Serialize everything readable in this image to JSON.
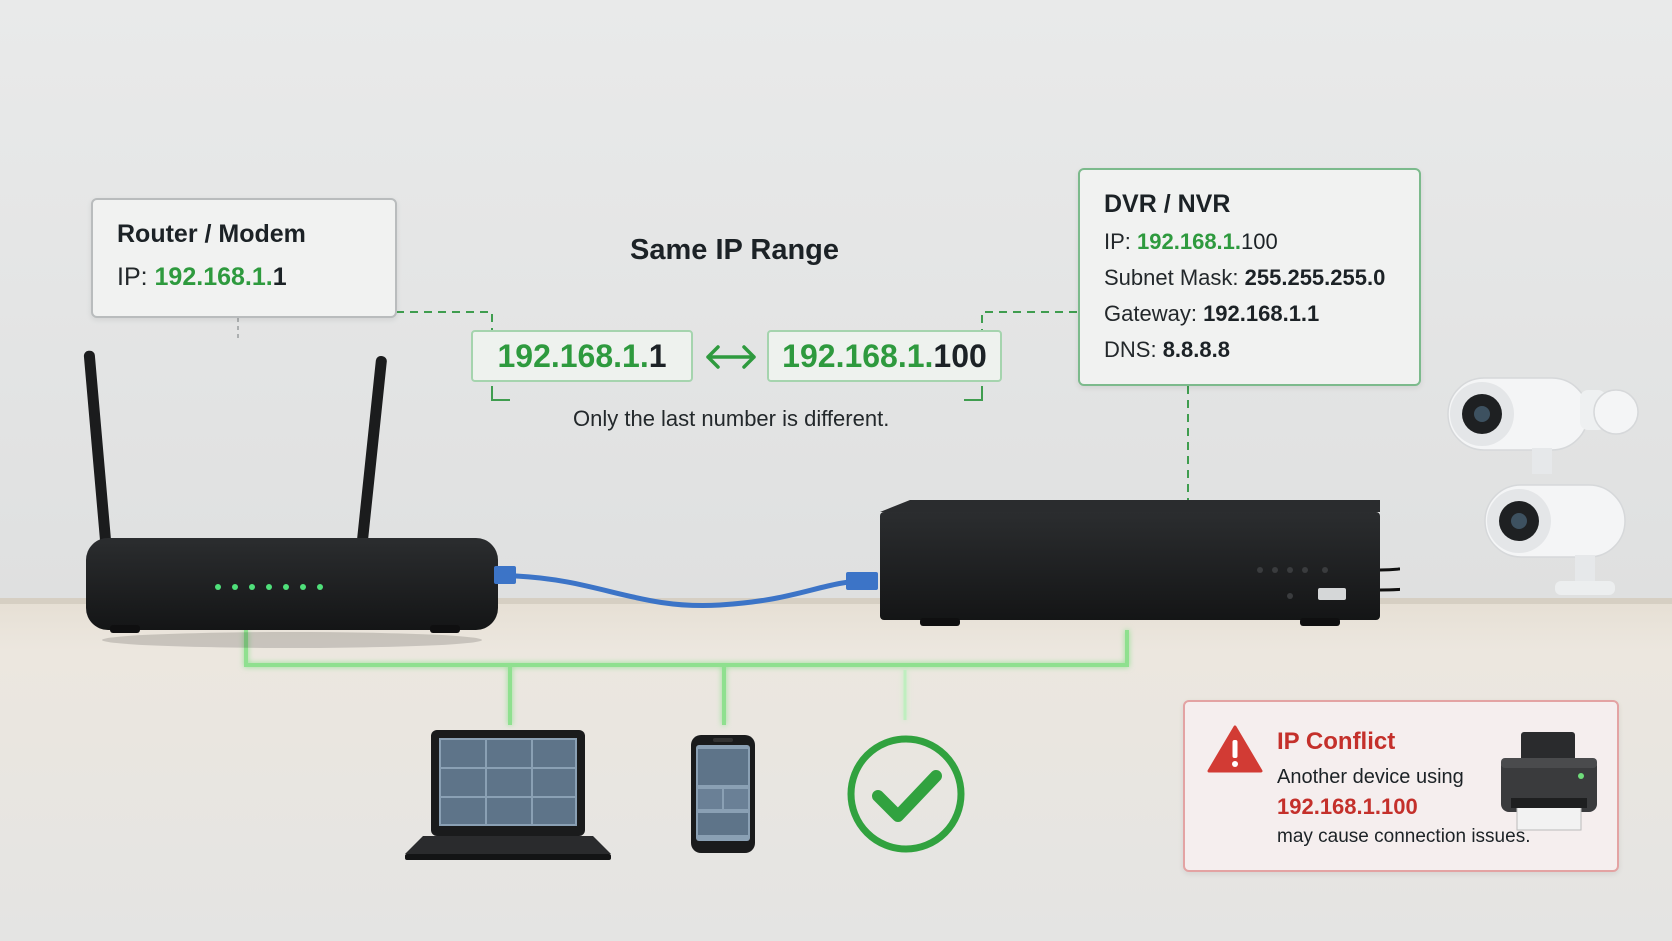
{
  "router": {
    "title": "Router / Modem",
    "ip_label": "IP:",
    "ip_prefix": "192.168.1.",
    "ip_suffix": "1"
  },
  "dvr": {
    "title": "DVR / NVR",
    "ip_label": "IP:",
    "ip_prefix": "192.168.1.",
    "ip_suffix": "100",
    "subnet_label": "Subnet Mask:",
    "subnet_value": "255.255.255.0",
    "gateway_label": "Gateway:",
    "gateway_value": "192.168.1.1",
    "dns_label": "DNS:",
    "dns_value": "8.8.8.8"
  },
  "center": {
    "heading": "Same IP Range",
    "left_prefix": "192.168.1.",
    "left_suffix": "1",
    "right_prefix": "192.168.1.",
    "right_suffix": "100",
    "caption": "Only the last number is different."
  },
  "conflict": {
    "title": "IP Conflict",
    "line1": "Another device using",
    "ip": "192.168.1.100",
    "line3": "may cause connection issues."
  },
  "colors": {
    "accent_green": "#2e9a3e",
    "link_green": "#8fe08f",
    "warning_red": "#c4302b",
    "cable_blue": "#3c74c7"
  },
  "icons": [
    "router-icon",
    "dvr-icon",
    "camera-icon",
    "laptop-icon",
    "phone-icon",
    "check-circle-icon",
    "warning-icon",
    "printer-icon",
    "double-arrow-icon"
  ]
}
